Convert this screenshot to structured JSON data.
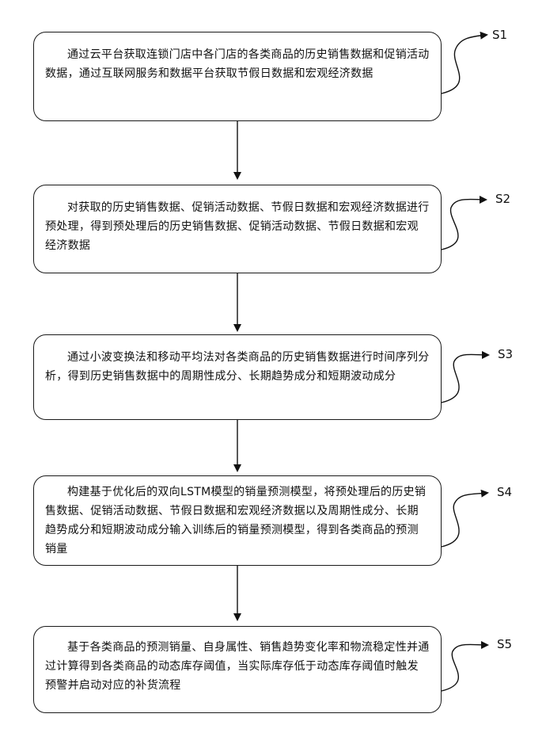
{
  "steps": [
    {
      "label": "S1",
      "text": "通过云平台获取连锁门店中各门店的各类商品的历史销售数据和促销活动数据，通过互联网服务和数据平台获取节假日数据和宏观经济数据"
    },
    {
      "label": "S2",
      "text": "对获取的历史销售数据、促销活动数据、节假日数据和宏观经济数据进行预处理，得到预处理后的历史销售数据、促销活动数据、节假日数据和宏观经济数据"
    },
    {
      "label": "S3",
      "text": "通过小波变换法和移动平均法对各类商品的历史销售数据进行时间序列分析，得到历史销售数据中的周期性成分、长期趋势成分和短期波动成分"
    },
    {
      "label": "S4",
      "text": "构建基于优化后的双向LSTM模型的销量预测模型，将预处理后的历史销售数据、促销活动数据、节假日数据和宏观经济数据以及周期性成分、长期趋势成分和短期波动成分输入训练后的销量预测模型，得到各类商品的预测销量"
    },
    {
      "label": "S5",
      "text": "基于各类商品的预测销量、自身属性、销售趋势变化率和物流稳定性并通过计算得到各类商品的动态库存阈值，当实际库存低于动态库存阈值时触发预警并启动对应的补货流程"
    }
  ]
}
